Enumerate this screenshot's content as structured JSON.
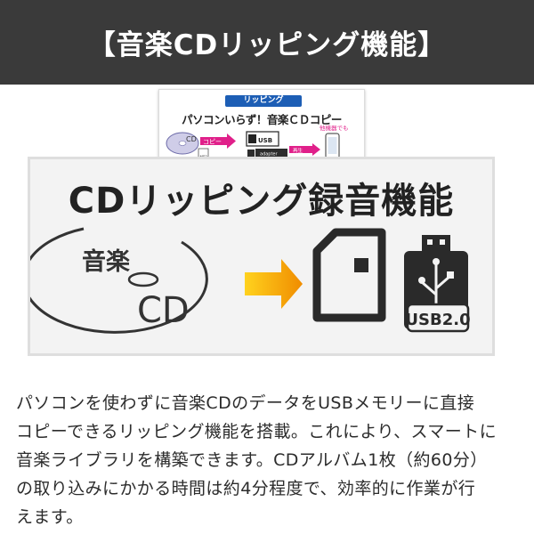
{
  "banner": {
    "title": "【音楽CDリッピング機能】"
  },
  "thumbnail": {
    "pill_label": "リッピング",
    "headline": "パソコンいらず！音楽ＣＤコピー",
    "cd_label": "CD",
    "copy_label": "コピー",
    "usb_label": "USB",
    "sd_label": "adapter",
    "mp3_label": "MP3",
    "play_label": "再生",
    "other_device_label": "他機器でも"
  },
  "panel": {
    "title": "CDリッピング録音機能",
    "cd_text_top": "音楽",
    "cd_text_bottom": "CD",
    "usb_label": "USB2.0"
  },
  "description": {
    "lines": [
      "パソコンを使わずに音楽CDのデータをUSBメモリーに直接",
      "コピーできるリッピング機能を搭載。これにより、スマートに",
      "音楽ライブラリを構築できます。CDアルバム1枚（約60分）",
      "の取り込みにかかる時間は約4分程度で、効率的に作業が行",
      "えます。"
    ]
  },
  "colors": {
    "banner_bg": "#3a3a3a",
    "pill_blue": "#1d5eb5",
    "copy_pink": "#e0208a",
    "arrow_orange": "#f08c00",
    "arrow_yellow": "#ffd21e"
  }
}
